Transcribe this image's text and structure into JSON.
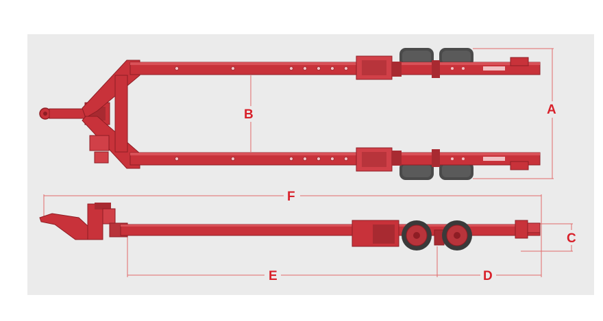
{
  "diagram": {
    "labels": {
      "A": "A",
      "B": "B",
      "C": "C",
      "D": "D",
      "E": "E",
      "F": "F"
    },
    "colors": {
      "background": "#ebebeb",
      "frame": "#c8323a",
      "frame_dark": "#8e1d24",
      "frame_light": "#e0747a",
      "tire": "#4a4a4a",
      "tire_dark": "#2c2c2c",
      "dimension_line": "#e06a6a",
      "label": "#d8202a"
    }
  }
}
